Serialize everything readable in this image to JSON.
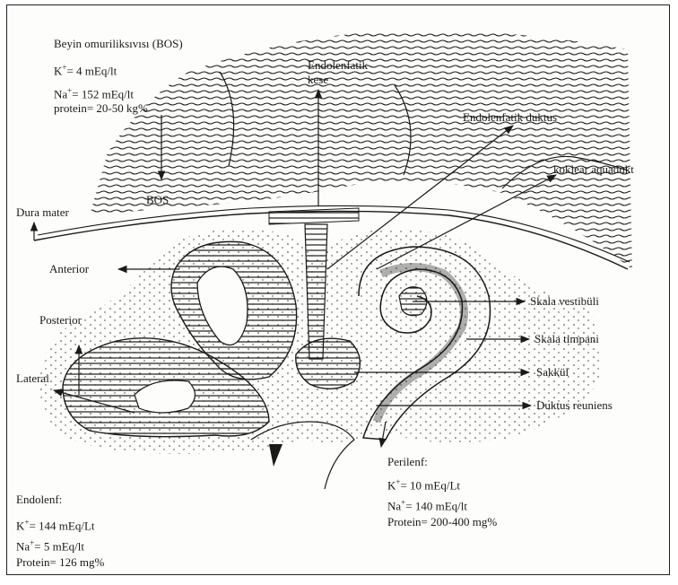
{
  "labels": {
    "bos_title": "Beyin omuriliksıvısı (BOS)",
    "bos_k_ion": "K",
    "bos_k_val": "= 4 mEq/lt",
    "bos_na_ion": "Na",
    "bos_na_val": "= 152 mEq/lt",
    "bos_protein": "protein= 20-50 kg%",
    "bos": "BOS",
    "endolenfatik_kese_1": "Endolenfatik",
    "endolenfatik_kese_2": "kese",
    "endolenfatik_duktus": "Endolenfatik duktus",
    "koklear_aquadukt": "koklear aquadukt",
    "dura_mater": "Dura mater",
    "anterior": "Anterior",
    "posterior": "Posterior",
    "lateral": "Lateral",
    "skala_vestibuli": "Skala vestibüli",
    "skala_timpani": "Skala timpani",
    "sakkul": "Sakkül",
    "duktus_reuniens": "Duktus reuniens",
    "perilenf_title": "Perilenf:",
    "perilenf_k_ion": "K",
    "perilenf_k_val": "= 10 mEq/Lt",
    "perilenf_na_ion": "Na",
    "perilenf_na_val": "= 140 mEq/lt",
    "perilenf_protein": "Protein= 200-400 mg%",
    "endolenf_title": "Endolenf:",
    "endolenf_k_ion": "K",
    "endolenf_k_val": "= 144 mEq/Lt",
    "endolenf_na_ion": "Na",
    "endolenf_na_val": "= 5 mEq/lt",
    "endolenf_protein": "Protein= 126 mg%"
  },
  "superscripts": {
    "plus": "+",
    "minus": "+"
  },
  "colors": {
    "ink": "#1a1a1a",
    "paper": "#fdfdfb",
    "frame": "#222222"
  }
}
